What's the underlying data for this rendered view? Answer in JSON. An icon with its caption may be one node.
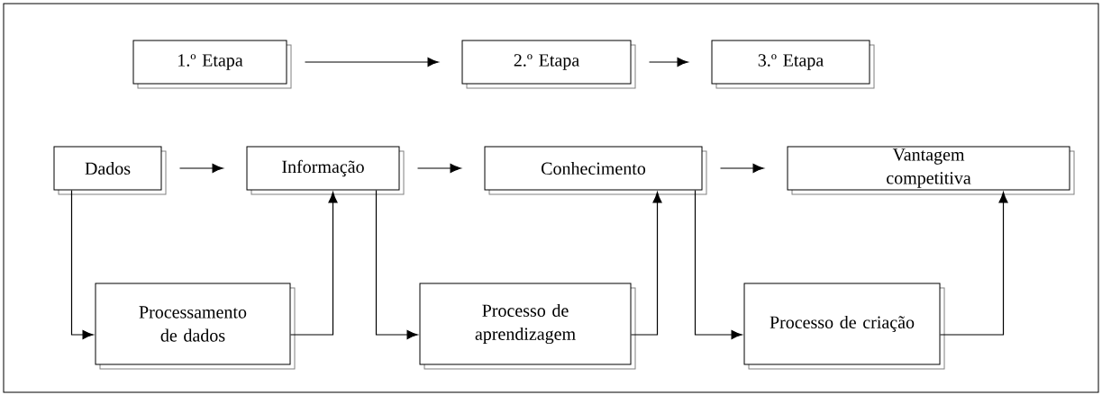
{
  "diagram": {
    "nodes": [
      {
        "text": [
          "1.º Etapa"
        ]
      },
      {
        "text": [
          "2.º Etapa"
        ]
      },
      {
        "text": [
          "3.º Etapa"
        ]
      },
      {
        "text": [
          "Dados"
        ]
      },
      {
        "text": [
          "Informação"
        ]
      },
      {
        "text": [
          "Conhecimento"
        ]
      },
      {
        "text": [
          "Vantagem competitiva"
        ]
      },
      {
        "text": [
          "Processamento de dados"
        ]
      },
      {
        "text": [
          "Processo de aprendizagem"
        ]
      },
      {
        "text": [
          "Processo de criação"
        ]
      }
    ],
    "edges": [
      {
        "from": 0,
        "to": 1,
        "arrow": "to"
      },
      {
        "from": 1,
        "to": 2,
        "arrow": "to"
      },
      {
        "from": 3,
        "to": 4,
        "arrow": "to"
      },
      {
        "from": 4,
        "to": 5,
        "arrow": "to"
      },
      {
        "from": 5,
        "to": 6,
        "arrow": "to"
      },
      {
        "from": 3,
        "to": 7,
        "arrow": "to"
      },
      {
        "from": 7,
        "to": 4,
        "arrow": "to"
      },
      {
        "from": 4,
        "to": 8,
        "arrow": "to"
      },
      {
        "from": 8,
        "to": 5,
        "arrow": "to"
      },
      {
        "from": 5,
        "to": 9,
        "arrow": "to"
      },
      {
        "from": 9,
        "to": 6,
        "arrow": "to"
      }
    ]
  }
}
